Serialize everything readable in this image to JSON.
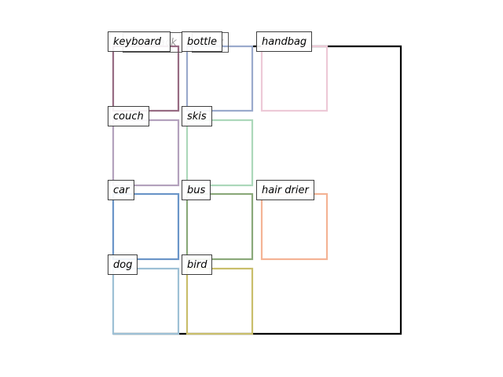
{
  "boxes": [
    {
      "label": "keyboard",
      "color": "#976b83"
    },
    {
      "label": "bottle",
      "color": "#9aaacc"
    },
    {
      "label": "handbag",
      "color": "#edc9d7"
    },
    {
      "label": "couch",
      "color": "#b3a1bd"
    },
    {
      "label": "skis",
      "color": "#acd8ba"
    },
    {
      "label": "car",
      "color": "#6a95c8"
    },
    {
      "label": "bus",
      "color": "#8aa97a"
    },
    {
      "label": "hair drier",
      "color": "#f4b395"
    },
    {
      "label": "dog",
      "color": "#9dc0d5"
    },
    {
      "label": "bird",
      "color": "#c9be6b"
    }
  ],
  "occluded_labels": [
    "backpack",
    "toilet"
  ],
  "frame_color": "#000000"
}
